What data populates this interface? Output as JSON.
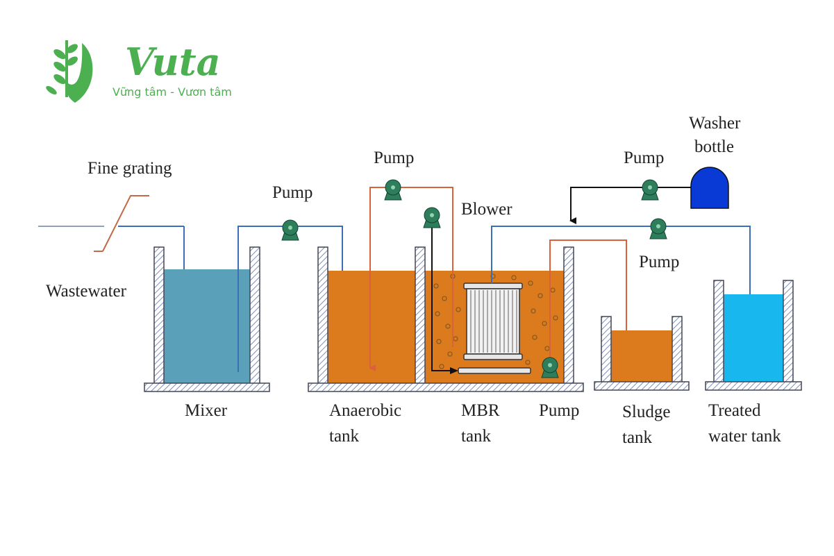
{
  "logo": {
    "brand": "Vuta",
    "tagline": "Vững tâm - Vươn tâm"
  },
  "labels": {
    "fine_grating": "Fine grating",
    "wastewater": "Wastewater",
    "pump_mixer": "Pump",
    "pump_recycle": "Pump",
    "blower": "Blower",
    "pump_washer": "Pump",
    "washer_line1": "Washer",
    "washer_line2": "bottle",
    "pump_permeate": "Pump",
    "pump_sludge": "Pump",
    "mixer": "Mixer",
    "anaerobic_line1": "Anaerobic",
    "anaerobic_line2": "tank",
    "mbr_line1": "MBR",
    "mbr_line2": "tank",
    "sludge_line1": "Sludge",
    "sludge_line2": "tank",
    "treated_line1": "Treated",
    "treated_line2": "water tank"
  },
  "colors": {
    "brand_green": "#4caf50",
    "mixer_water": "#5aa0b8",
    "sludge_orange": "#db7b1e",
    "treated_water": "#18b8ef",
    "pump_green": "#2e7d5b",
    "washer_blue": "#0a3ad6",
    "pipe_blue": "#3b6fb5",
    "pipe_orange": "#d9623a",
    "wall_hatch": "#8aa0c8"
  }
}
